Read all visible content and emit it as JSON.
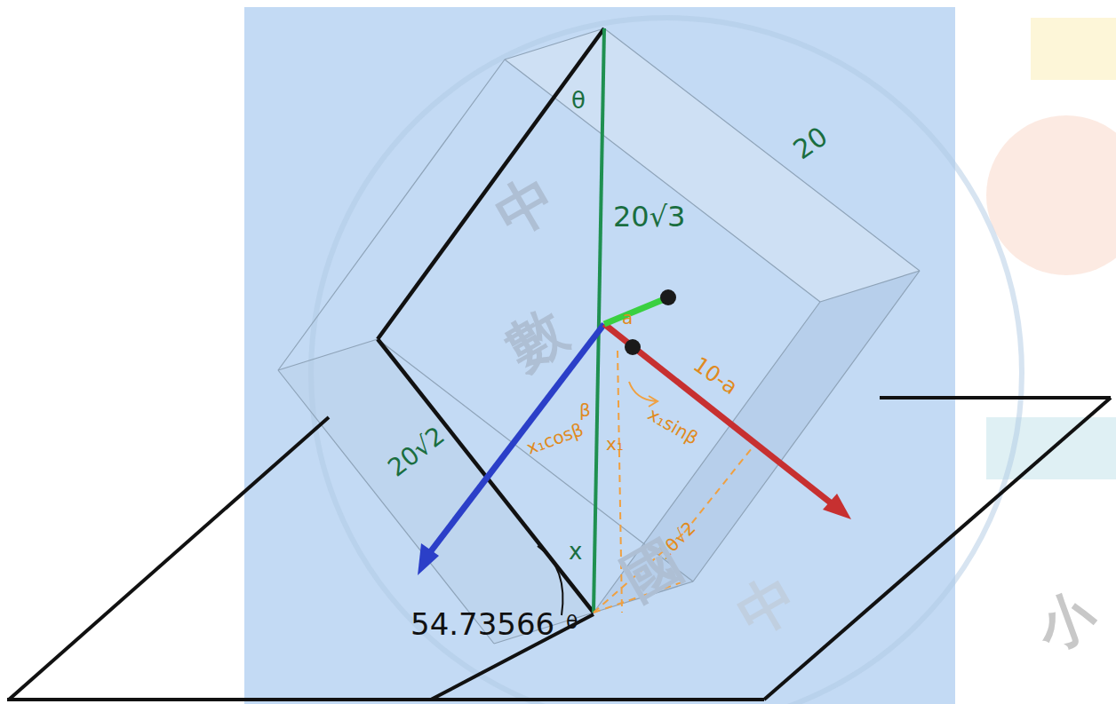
{
  "diagram": {
    "labels": [
      "θ",
      "20√3",
      "20",
      "20√2",
      "x",
      "54.73566",
      "θ",
      "a",
      "10-a",
      "x₁sinβ",
      "β",
      "x₁cosβ",
      "x₁",
      "10√2",
      "中",
      "數",
      "國",
      "中",
      "小"
    ]
  }
}
